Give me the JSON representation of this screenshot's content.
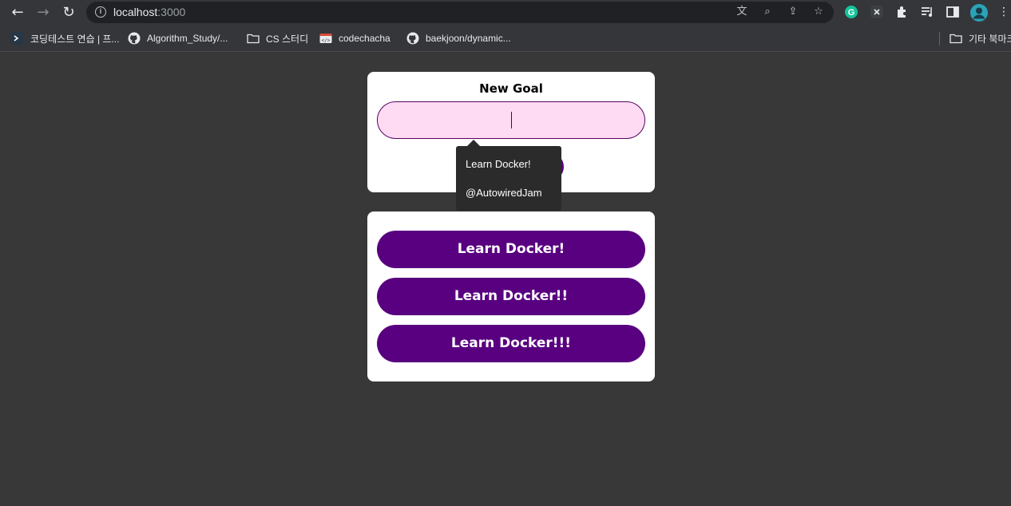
{
  "browser": {
    "url_host": "localhost",
    "url_port": ":3000",
    "bookmarks": [
      {
        "label": "코딩테스트 연습 | 프...",
        "icon": "programmers-icon"
      },
      {
        "label": "Algorithm_Study/...",
        "icon": "github-icon"
      },
      {
        "label": "CS 스터디",
        "icon": "folder-icon"
      },
      {
        "label": "codechacha",
        "icon": "code-icon"
      },
      {
        "label": "baekjoon/dynamic...",
        "icon": "github-icon"
      },
      {
        "label": "기타 북마크",
        "icon": "folder-icon"
      }
    ]
  },
  "form": {
    "label": "New Goal",
    "input_value": ""
  },
  "tooltip": {
    "lines": [
      "Learn Docker!",
      "@AutowiredJam"
    ]
  },
  "goals": [
    "Learn Docker!",
    "Learn Docker!!",
    "Learn Docker!!!"
  ],
  "colors": {
    "page_bg": "#383838",
    "input_bg": "#fedbf2",
    "input_border": "#56045f",
    "goal_bg": "#590080"
  }
}
